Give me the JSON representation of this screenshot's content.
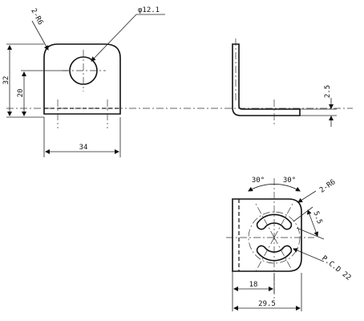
{
  "dimensions": {
    "corner_radius_front": "2-R6",
    "hole_diameter": "φ12.1",
    "overall_height": "32",
    "hole_center_height": "20",
    "width": "34",
    "thickness": "2.5",
    "angle_left": "30°",
    "angle_right": "30°",
    "corner_radius_bottom": "2-R6",
    "slot_width": "5.5",
    "pitch_circle": "P.C.D 22",
    "slot_offset": "18",
    "overall_length": "29.5"
  }
}
